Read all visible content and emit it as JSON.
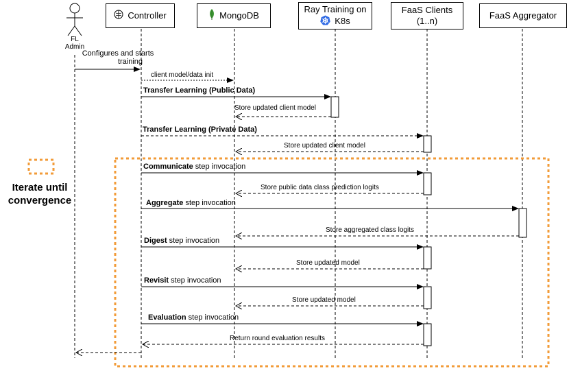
{
  "actor": {
    "label_line1": "FL",
    "label_line2": "Admin"
  },
  "participants": {
    "controller": "Controller",
    "mongodb": "MongoDB",
    "ray_line1": "Ray Training on",
    "ray_line2": "K8s",
    "clients_line1": "FaaS Clients",
    "clients_line2": "(1..n)",
    "aggregator": "FaaS Aggregator"
  },
  "messages": {
    "m1_line1": "Configures and starts",
    "m1_line2": "training",
    "m2": "client model/data init",
    "m3_bold": "Transfer Learning (Public Data)",
    "m4": "Store updated client model",
    "m5_bold": "Transfer Learning (Private Data)",
    "m6": "Store updated client model",
    "m7_bold": "Communicate",
    "m7_rest": " step invocation",
    "m8": "Store public data class prediction logits",
    "m9_bold": "Aggregate",
    "m9_rest": " step invocation",
    "m10": "Store aggregated class logits",
    "m11_bold": "Digest",
    "m11_rest": " step invocation",
    "m12": "Store updated model",
    "m13_bold": "Revisit",
    "m13_rest": " step invocation",
    "m14": "Store updated model",
    "m15_bold": "Evaluation",
    "m15_rest": " step invocation",
    "m16": "Return round evaluation results"
  },
  "loop": {
    "line1": "Iterate until",
    "line2": "convergence",
    "color": "#f29b38"
  },
  "icons": {
    "controller": "brain-icon",
    "mongodb": "leaf-icon",
    "ray": "kubernetes-icon"
  },
  "colors": {
    "mongo_green": "#3f9c35",
    "k8s_blue": "#326ce5"
  }
}
